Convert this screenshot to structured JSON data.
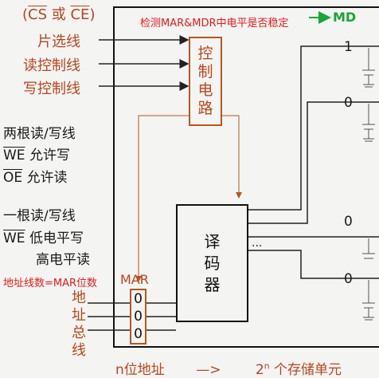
{
  "top_left_label": "(CS 或 CE)",
  "top_left_parts": {
    "open": "(",
    "cs": "CS",
    "or": " 或 ",
    "ce": "CE",
    "close": ")"
  },
  "signals": [
    "片选线",
    "读控制线",
    "写控制线"
  ],
  "control_box": {
    "chars": [
      "控",
      "制",
      "电",
      "路"
    ]
  },
  "note_top": "检测MAR&MDR中电平是否稳定",
  "top_right_fragment": "MD",
  "two_wire": {
    "title": "两根读/写线",
    "we": "WE",
    "we_desc": "允许写",
    "oe": "OE",
    "oe_desc": "允许读"
  },
  "one_wire": {
    "title": "一根读/写线",
    "we": "WE",
    "low": "低电平写",
    "high": "高电平读"
  },
  "note_bottom": "地址线数=MAR位数",
  "mar_label": "MAR",
  "mar_bits": [
    "0",
    "0",
    "0"
  ],
  "address_bus_chars": [
    "地",
    "址",
    "总",
    "线"
  ],
  "decoder": {
    "chars": [
      "译",
      "码",
      "器"
    ]
  },
  "dots": "···",
  "outputs": [
    "1",
    "0",
    "0",
    "0"
  ],
  "bottom_caption": {
    "left": "n位地址",
    "arrow": "—>",
    "base": "2",
    "exp": "n",
    "right": " 个存储单元"
  },
  "colors": {
    "accent": "#b8461f",
    "note": "#e31b1b",
    "green": "#18a63a"
  }
}
